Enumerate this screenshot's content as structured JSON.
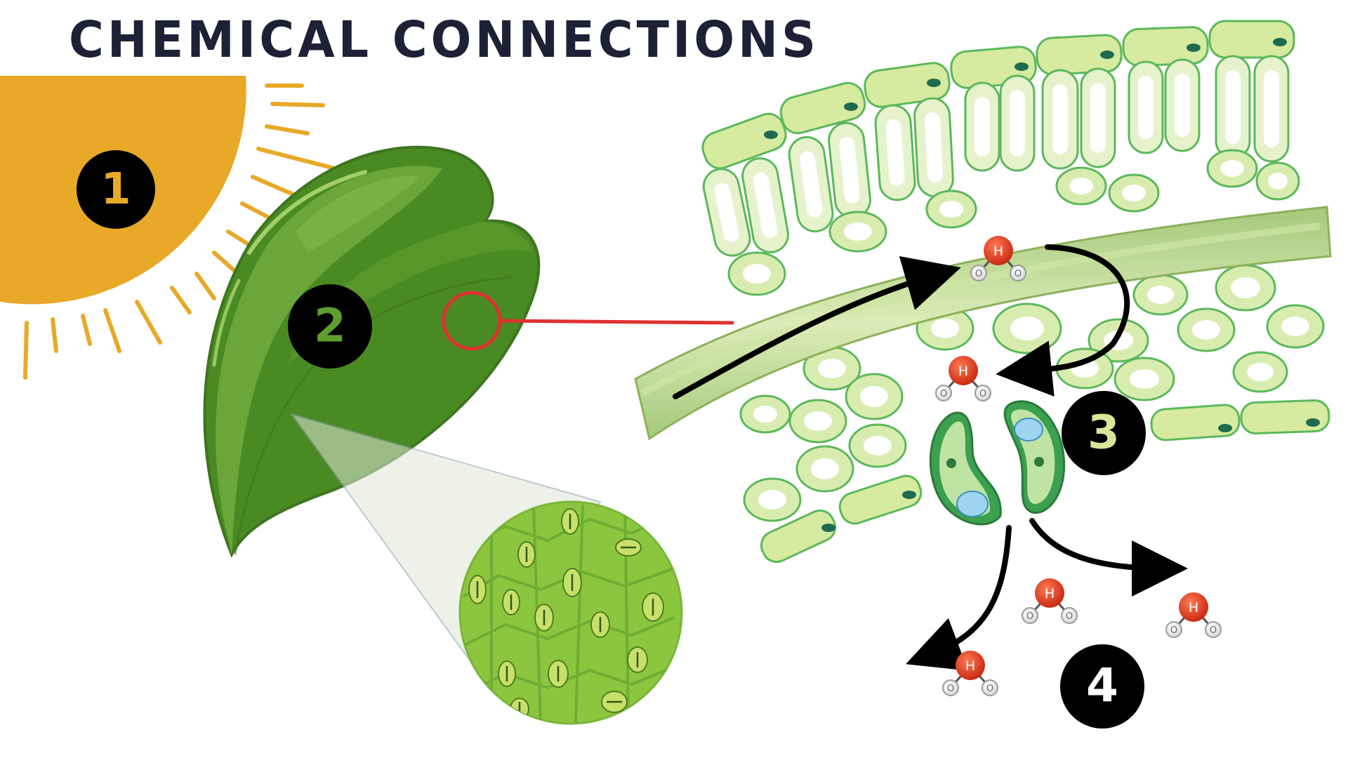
{
  "title": "CHEMICAL CONNECTIONS",
  "steps": [
    {
      "number": "1",
      "label_color": "#e8a928",
      "text_color": "#e8a928"
    },
    {
      "number": "2",
      "label_color": "#5f9e2e",
      "text_color": "#5f9e2e"
    },
    {
      "number": "3",
      "label_color": "#d8e69a",
      "text_color": "#d8e69a"
    },
    {
      "number": "4",
      "label_color": "#ffffff",
      "text_color": "#ffffff"
    }
  ],
  "molecule": {
    "center_atom": "H",
    "side_atom": "O"
  },
  "colors": {
    "sun": "#e8a928",
    "leaf_dark": "#4a8a23",
    "leaf_mid": "#6aa63a",
    "leaf_light": "#8dc04f",
    "cell_fill": "#e2f0c5",
    "cell_border": "#5cb85c",
    "vein": "#b8d98a",
    "callout_line": "#e03030",
    "molecule_h": "#d93a1e",
    "badge": "#000000"
  }
}
